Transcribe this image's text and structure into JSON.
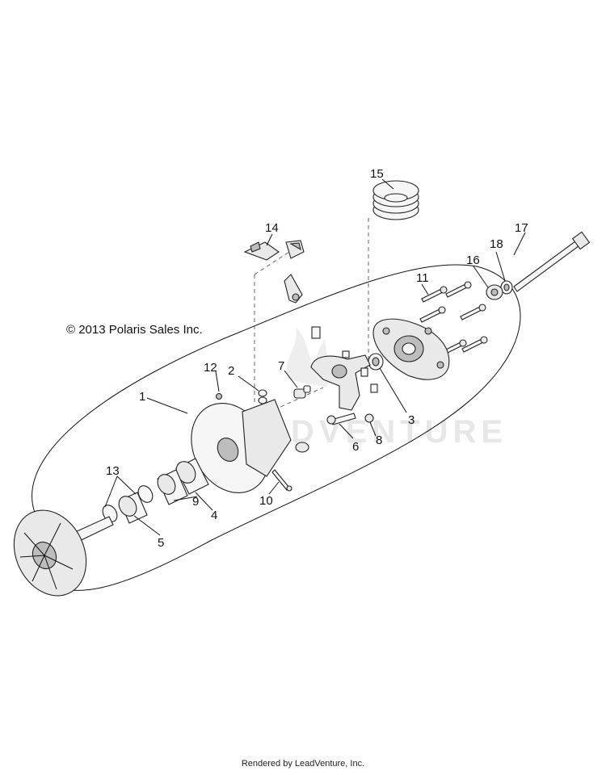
{
  "diagram": {
    "copyright": "© 2013 Polaris Sales Inc.",
    "watermark": "LEADVENTURE",
    "footer": "Rendered by LeadVenture, Inc.",
    "callouts": {
      "c1": "1",
      "c2": "2",
      "c3": "3",
      "c4": "4",
      "c5": "5",
      "c6": "6",
      "c7": "7",
      "c8": "8",
      "c9": "9",
      "c10": "10",
      "c11": "11",
      "c12": "12",
      "c13": "13",
      "c14": "14",
      "c15": "15",
      "c16": "16",
      "c17": "17",
      "c18": "18"
    }
  }
}
